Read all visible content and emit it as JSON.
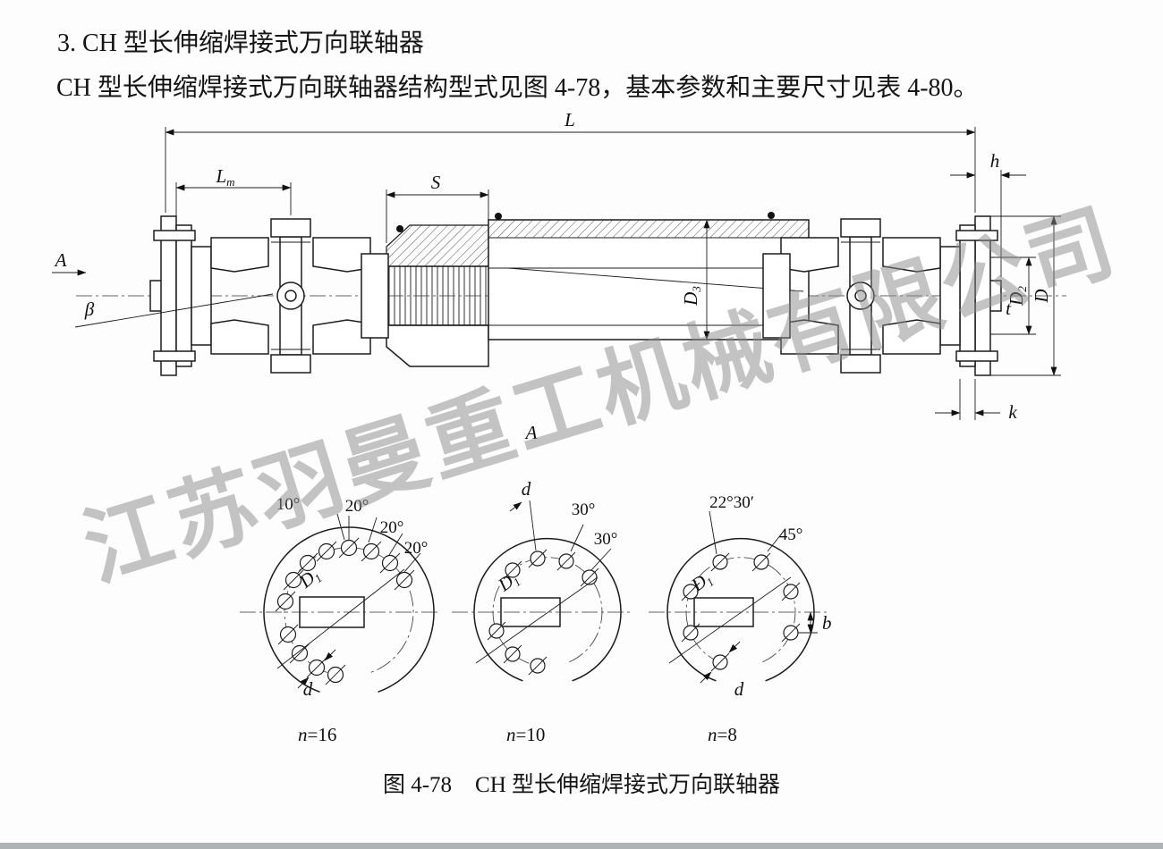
{
  "page": {
    "heading": "3. CH 型长伸缩焊接式万向联轴器",
    "intro": "CH 型长伸缩焊接式万向联轴器结构型式见图 4-78，基本参数和主要尺寸见表 4-80。",
    "caption": {
      "figure_no": "图 4-78",
      "title": "CH 型长伸缩焊接式万向联轴器"
    },
    "watermark": "江苏羽曼重工机械有限公司"
  },
  "drawing": {
    "dim_L": "L",
    "dim_Lm_main": "L",
    "dim_Lm_sub": "m",
    "dim_S": "S",
    "dim_h": "h",
    "view_A_left": "A",
    "angle_beta": "β",
    "dim_D3_main": "D",
    "dim_D3_sub": "3",
    "dim_t": "t",
    "dim_D2_main": "D",
    "dim_D2_sub": "2",
    "dim_D": "D",
    "dim_k": "k",
    "view_A_bottom": "A"
  },
  "details": {
    "view1": {
      "angle1": "10°",
      "angle2": "20°",
      "angle3": "20°",
      "angle4": "20°",
      "dim_D1_main": "D",
      "dim_D1_sub": "1",
      "dim_d": "d",
      "count_var": "n",
      "count_val": "=16"
    },
    "view2": {
      "dim_d": "d",
      "angle1": "30°",
      "angle2": "30°",
      "dim_D1_main": "D",
      "dim_D1_sub": "1",
      "count_var": "n",
      "count_val": "=10"
    },
    "view3": {
      "angle1": "22°30′",
      "angle2": "45°",
      "dim_D1_main": "D",
      "dim_D1_sub": "1",
      "dim_b": "b",
      "dim_d": "d",
      "count_var": "n",
      "count_val": "=8"
    }
  }
}
